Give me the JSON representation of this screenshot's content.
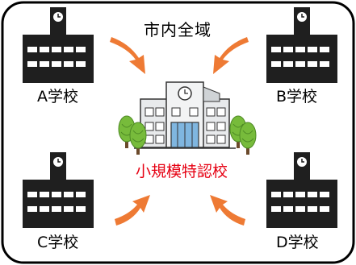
{
  "title": "市内全域",
  "schools": [
    {
      "label": "A学校"
    },
    {
      "label": "B学校"
    },
    {
      "label": "C学校"
    },
    {
      "label": "D学校"
    }
  ],
  "center_label": "小規模特認校",
  "colors": {
    "building": "#1f1f1f",
    "arrow": "#ee7a34",
    "center_text": "#e60012",
    "tree": "#77bb3b",
    "border": "#000000"
  }
}
